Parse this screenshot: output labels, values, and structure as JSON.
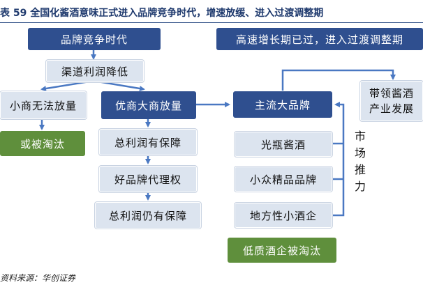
{
  "header": {
    "title": "表 59  全国化酱酒意味正式进入品牌竞争时代，增速放缓、进入过渡调整期"
  },
  "nodes": {
    "brand_era": "品牌竞争时代",
    "high_growth_over": "高速增长期已过，进入过渡调整期",
    "channel_profit_drop": "渠道利润降低",
    "small_dealer": "小商无法放量",
    "eliminated": "或被淘汰",
    "big_dealer": "优商大商放量",
    "profit_guaranteed": "总利润有保障",
    "good_brand_agency": "好品牌代理权",
    "profit_still_guaranteed": "总利润仍有保障",
    "mainstream_brand": "主流大品牌",
    "leading_industry": "带领酱酒\n产业发展",
    "guangping": "光瓶酱酒",
    "niche_brand": "小众精品品牌",
    "local_liquor": "地方性小酒企",
    "low_quality_eliminated": "低质酒企被淘汰",
    "market_push": "市场推力"
  },
  "source": "资料来源：华创证券",
  "colors": {
    "dark_box": "#2f4f8f",
    "light_box": "#dce4ef",
    "green_box": "#5f8f3c",
    "arrow": "#4a78c2"
  }
}
